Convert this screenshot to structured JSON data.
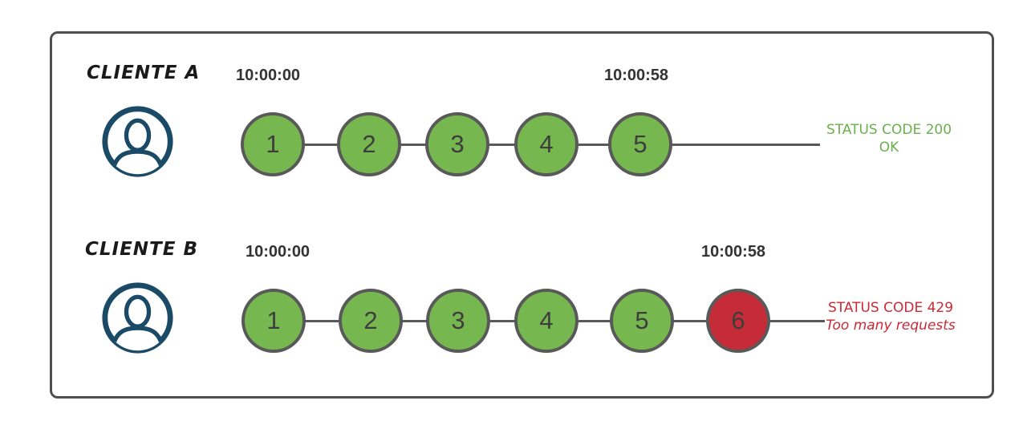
{
  "diagram": {
    "colors": {
      "request_ok_fill": "#77b74f",
      "request_limited_fill": "#c62b38",
      "circle_border": "#595959",
      "connector_line": "#595959",
      "status_ok_text": "#6ab04c",
      "status_error_text": "#cc2936",
      "avatar_stroke": "#1a4a66",
      "frame_border": "#4f4f4f",
      "timestamp_text": "#333333",
      "label_text": "#1a1a1a"
    },
    "rows": [
      {
        "label": "CLIENTE A",
        "icon": "user-avatar-icon",
        "start_time": "10:00:00",
        "end_time": "10:00:58",
        "requests": [
          {
            "n": "1",
            "status": "ok"
          },
          {
            "n": "2",
            "status": "ok"
          },
          {
            "n": "3",
            "status": "ok"
          },
          {
            "n": "4",
            "status": "ok"
          },
          {
            "n": "5",
            "status": "ok"
          }
        ],
        "status": {
          "line1": "STATUS CODE 200",
          "line2": "OK"
        }
      },
      {
        "label": "CLIENTE B",
        "icon": "user-avatar-icon",
        "start_time": "10:00:00",
        "end_time": "10:00:58",
        "requests": [
          {
            "n": "1",
            "status": "ok"
          },
          {
            "n": "2",
            "status": "ok"
          },
          {
            "n": "3",
            "status": "ok"
          },
          {
            "n": "4",
            "status": "ok"
          },
          {
            "n": "5",
            "status": "ok"
          },
          {
            "n": "6",
            "status": "limited"
          }
        ],
        "status": {
          "line1": "STATUS CODE 429",
          "line2": "Too many requests"
        }
      }
    ]
  }
}
